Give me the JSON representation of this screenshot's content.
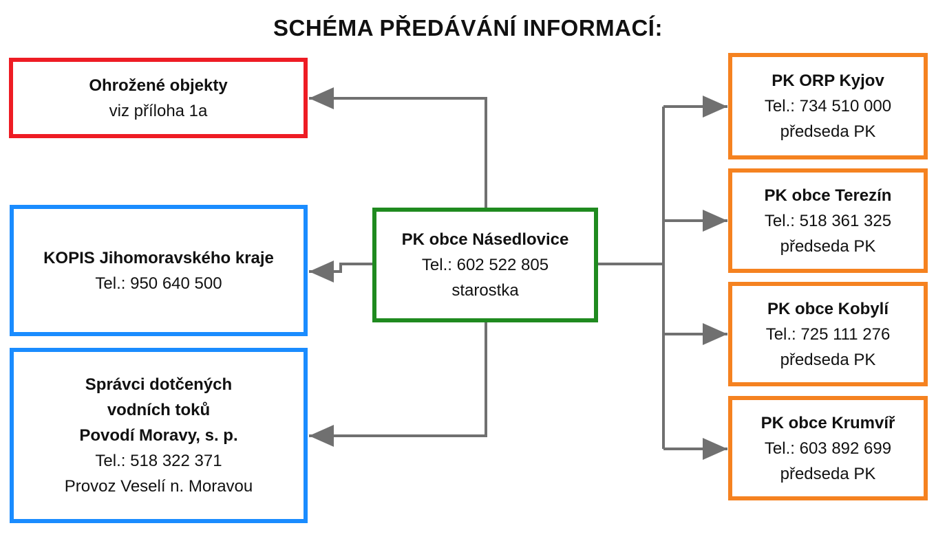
{
  "title": "SCHÉMA PŘEDÁVÁNÍ INFORMACÍ:",
  "colors": {
    "red": "#ee1c24",
    "blue": "#1a8cff",
    "green": "#1f8a1f",
    "orange": "#f58220",
    "connector": "#707070"
  },
  "center": {
    "name": "PK obce Násedlovice",
    "phone": "Tel.: 602 522 805",
    "role": "starostka"
  },
  "left": {
    "threatened": {
      "name": "Ohrožené objekty",
      "note": "viz příloha 1a"
    },
    "kopis": {
      "name": "KOPIS Jihomoravského kraje",
      "phone": "Tel.: 950 640 500"
    },
    "water": {
      "line1": "Správci dotčených",
      "line2": "vodních toků",
      "line3": "Povodí Moravy, s. p.",
      "phone": "Tel.: 518 322 371",
      "branch": "Provoz Veselí n. Moravou"
    }
  },
  "right": [
    {
      "name": "PK ORP Kyjov",
      "phone": "Tel.: 734 510 000",
      "role": "předseda PK"
    },
    {
      "name": "PK obce Terezín",
      "phone": "Tel.: 518 361 325",
      "role": "předseda PK"
    },
    {
      "name": "PK obce Kobylí",
      "phone": "Tel.: 725 111 276",
      "role": "předseda PK"
    },
    {
      "name": "PK obce Krumvíř",
      "phone": "Tel.: 603 892 699",
      "role": "předseda PK"
    }
  ]
}
